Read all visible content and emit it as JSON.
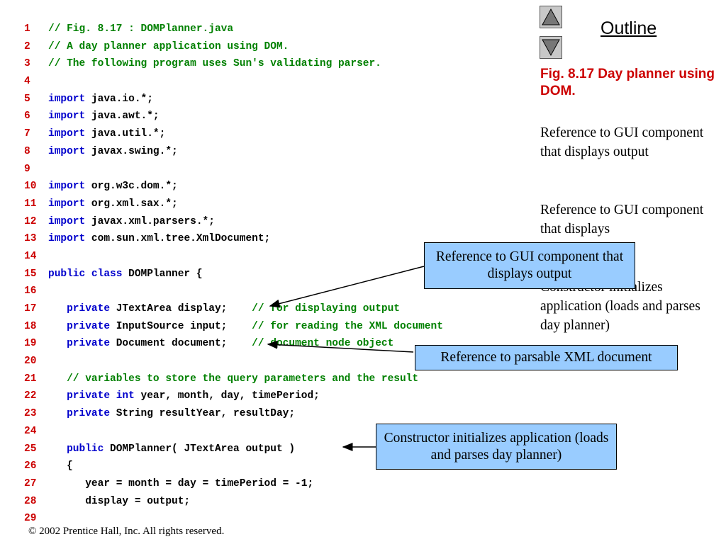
{
  "outline": {
    "title": "Outline"
  },
  "nav": {
    "up_icon": "triangle-up-icon",
    "down_icon": "triangle-down-icon"
  },
  "figure": {
    "title": "Fig. 8.17  Day planner using DOM."
  },
  "notes": [
    "Reference to GUI component that displays output",
    "Reference to GUI component that displays",
    "Constructor initializes application (loads and parses day planner)"
  ],
  "callouts": [
    "Reference to GUI component that displays output",
    "Reference to parsable XML document",
    "Constructor initializes application (loads and parses day planner)"
  ],
  "footer": "© 2002 Prentice Hall, Inc.  All rights reserved.",
  "colors": {
    "line_number": "#cc0000",
    "keyword": "#0000cc",
    "comment": "#008000",
    "callout_bg": "#99ccff"
  },
  "code": [
    {
      "n": "1",
      "tokens": [
        [
          "cm",
          "// Fig. 8.17 : DOMPlanner.java"
        ]
      ]
    },
    {
      "n": "2",
      "tokens": [
        [
          "cm",
          "// A day planner application using DOM."
        ]
      ]
    },
    {
      "n": "3",
      "tokens": [
        [
          "cm",
          "// The following program uses Sun's validating parser."
        ]
      ]
    },
    {
      "n": "4",
      "tokens": []
    },
    {
      "n": "5",
      "tokens": [
        [
          "kw",
          "import"
        ],
        [
          "tx",
          " java.io.*;"
        ]
      ]
    },
    {
      "n": "6",
      "tokens": [
        [
          "kw",
          "import"
        ],
        [
          "tx",
          " java.awt.*;"
        ]
      ]
    },
    {
      "n": "7",
      "tokens": [
        [
          "kw",
          "import"
        ],
        [
          "tx",
          " java.util.*;"
        ]
      ]
    },
    {
      "n": "8",
      "tokens": [
        [
          "kw",
          "import"
        ],
        [
          "tx",
          " javax.swing.*;"
        ]
      ]
    },
    {
      "n": "9",
      "tokens": []
    },
    {
      "n": "10",
      "tokens": [
        [
          "kw",
          "import"
        ],
        [
          "tx",
          " org.w3c.dom.*;"
        ]
      ]
    },
    {
      "n": "11",
      "tokens": [
        [
          "kw",
          "import"
        ],
        [
          "tx",
          " org.xml.sax.*;"
        ]
      ]
    },
    {
      "n": "12",
      "tokens": [
        [
          "kw",
          "import"
        ],
        [
          "tx",
          " javax.xml.parsers.*;"
        ]
      ]
    },
    {
      "n": "13",
      "tokens": [
        [
          "kw",
          "import"
        ],
        [
          "tx",
          " com.sun.xml.tree.XmlDocument;"
        ]
      ]
    },
    {
      "n": "14",
      "tokens": []
    },
    {
      "n": "15",
      "tokens": [
        [
          "kw",
          "public class"
        ],
        [
          "tx",
          " DOMPlanner {"
        ]
      ]
    },
    {
      "n": "16",
      "tokens": []
    },
    {
      "n": "17",
      "tokens": [
        [
          "tx",
          "   "
        ],
        [
          "kw",
          "private"
        ],
        [
          "tx",
          " JTextArea display;    "
        ],
        [
          "cm",
          "// for displaying output"
        ]
      ]
    },
    {
      "n": "18",
      "tokens": [
        [
          "tx",
          "   "
        ],
        [
          "kw",
          "private"
        ],
        [
          "tx",
          " InputSource input;    "
        ],
        [
          "cm",
          "// for reading the XML document"
        ]
      ]
    },
    {
      "n": "19",
      "tokens": [
        [
          "tx",
          "   "
        ],
        [
          "kw",
          "private"
        ],
        [
          "tx",
          " Document document;    "
        ],
        [
          "cm",
          "// document node object"
        ]
      ]
    },
    {
      "n": "20",
      "tokens": []
    },
    {
      "n": "21",
      "tokens": [
        [
          "tx",
          "   "
        ],
        [
          "cm",
          "// variables to store the query parameters and the result"
        ]
      ]
    },
    {
      "n": "22",
      "tokens": [
        [
          "tx",
          "   "
        ],
        [
          "kw",
          "private int"
        ],
        [
          "tx",
          " year, month, day, timePeriod;"
        ]
      ]
    },
    {
      "n": "23",
      "tokens": [
        [
          "tx",
          "   "
        ],
        [
          "kw",
          "private"
        ],
        [
          "tx",
          " String resultYear, resultDay;"
        ]
      ]
    },
    {
      "n": "24",
      "tokens": []
    },
    {
      "n": "25",
      "tokens": [
        [
          "tx",
          "   "
        ],
        [
          "kw",
          "public"
        ],
        [
          "tx",
          " DOMPlanner( JTextArea output )"
        ]
      ]
    },
    {
      "n": "26",
      "tokens": [
        [
          "tx",
          "   {"
        ]
      ]
    },
    {
      "n": "27",
      "tokens": [
        [
          "tx",
          "      year = month = day = timePeriod = -1;"
        ]
      ]
    },
    {
      "n": "28",
      "tokens": [
        [
          "tx",
          "      display = output;"
        ]
      ]
    },
    {
      "n": "29",
      "tokens": []
    }
  ]
}
